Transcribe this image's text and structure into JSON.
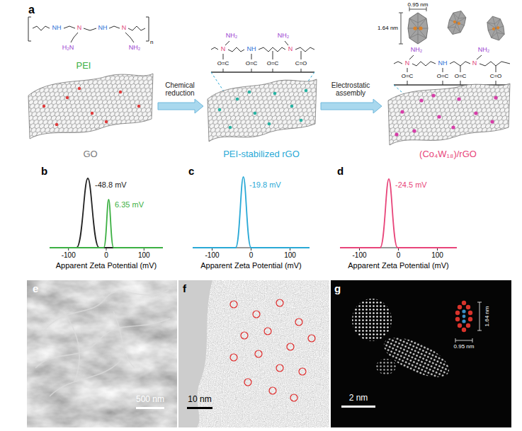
{
  "diagram": {
    "nodes": [
      {
        "text": [
          "GO"
        ]
      },
      {
        "text": [
          "PEI-stabilized rGO"
        ]
      },
      {
        "text": [
          "(Co₄W₁₈)/rGO"
        ]
      }
    ],
    "edges": [
      {
        "from": 0,
        "to": 1,
        "label": "Chemical reduction",
        "arrow": "to"
      },
      {
        "from": 1,
        "to": 2,
        "label": "Electrostatic assembly",
        "arrow": "to"
      }
    ],
    "labels": [
      "a",
      "PEI",
      "n",
      "NH",
      "NH",
      "N",
      "N",
      "H₂N",
      "NH₂",
      "NH₂",
      "NH",
      "NH₂",
      "N",
      "N",
      "O=C",
      "O=C",
      "O=C",
      "C=O",
      "0.95 nm",
      "1.64 nm",
      "NH₂",
      "NH",
      "NH₂",
      "N",
      "N",
      "O=C",
      "O=C",
      "O=C",
      "C=O",
      "b",
      "-48.8 mV",
      "6.35 mV",
      "-100",
      "0",
      "100",
      "Apparent Zeta Potential (mV)",
      "c",
      "-19.8 mV",
      "-100",
      "0",
      "100",
      "Apparent Zeta Potential (mV)",
      "d",
      "-24.5 mV",
      "-100",
      "0",
      "100",
      "Apparent Zeta Potential (mV)",
      "e",
      "500 nm",
      "f",
      "10 nm",
      "g",
      "2 nm",
      "1.64 nm",
      "0.95 nm"
    ]
  }
}
